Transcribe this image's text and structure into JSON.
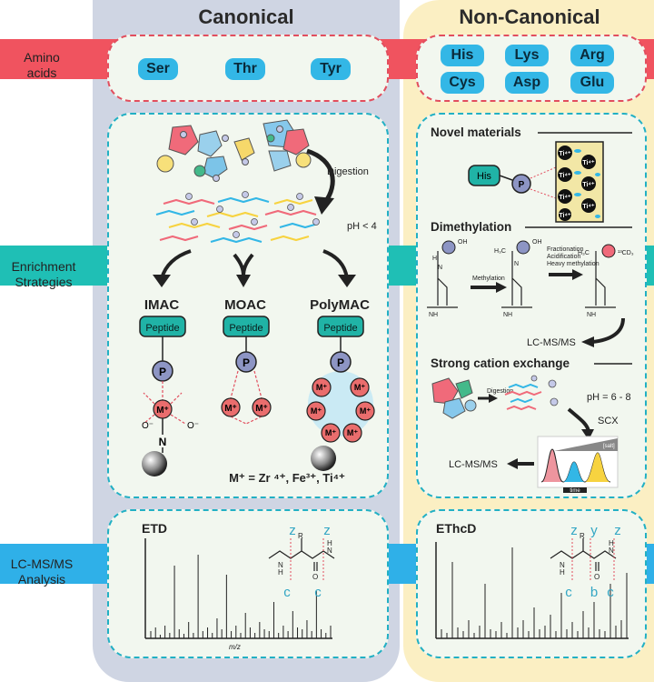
{
  "columns": {
    "canonical": "Canonical",
    "non_canonical": "Non-Canonical"
  },
  "rows": {
    "amino_acids": [
      "Amino",
      "acids"
    ],
    "enrichment": [
      "Enrichment",
      "Strategies"
    ],
    "lcms": [
      "LC-MS/MS",
      "Analysis"
    ]
  },
  "amino_acids": {
    "canonical": [
      "Ser",
      "Thr",
      "Tyr"
    ],
    "non_canonical": [
      "His",
      "Lys",
      "Arg",
      "Cys",
      "Asp",
      "Glu"
    ]
  },
  "canonical_enrichment": {
    "digestion": "Digestion",
    "ph": "pH < 4",
    "methods": [
      "IMAC",
      "MOAC",
      "PolyMAC"
    ],
    "peptide": "Peptide",
    "phospho": "P",
    "metal": "M⁺",
    "oxygen": "O",
    "o_minus": "O⁻",
    "nitrogen": "N",
    "formula": "M⁺ = Zr ⁴⁺, Fe³⁺, Ti⁴⁺"
  },
  "non_canonical_enrichment": {
    "novel_materials": {
      "title": "Novel materials",
      "his": "His",
      "ti": "Ti⁴⁺"
    },
    "dimethylation": {
      "title": "Dimethylation",
      "step1": "Methylation",
      "step2": [
        "Fractionation",
        "Acidification",
        "Heavy methylation"
      ],
      "lcms": "LC-MS/MS",
      "h3c": "H₃C",
      "cd": "¹³CD₃",
      "oh": "OH",
      "n": "N",
      "nh": "NH",
      "h": "H"
    },
    "scx": {
      "title": "Strong cation exchange",
      "digestion": "Digestion",
      "ph": "pH = 6 - 8",
      "scx": "SCX",
      "salt": "[salt]",
      "time": "time",
      "lcms": "LC-MS/MS"
    }
  },
  "lcms_analysis": {
    "canonical": {
      "method": "ETD",
      "axis": "m/z",
      "ions_top": [
        "z",
        "z"
      ],
      "ions_bottom": [
        "c",
        "c"
      ]
    },
    "non_canonical": {
      "method": "EThcD",
      "ions_top": [
        "z",
        "y",
        "z"
      ],
      "ions_bottom": [
        "c",
        "b",
        "c"
      ]
    },
    "atoms": {
      "r": "R",
      "n": "N",
      "h": "H",
      "o": "O"
    }
  },
  "colors": {
    "canonical_bg": "#cfd5e3",
    "non_canonical_bg": "#fbefc3",
    "panel_bg": "#f2f7ef",
    "pill": "#33b7e6",
    "band_amino": "#f0535f",
    "band_enrich": "#1fbfb5",
    "band_lcms": "#2fb0e8",
    "peptide": "#20b3a6",
    "phospho": "#8d95c4",
    "metal": "#ea6d6d"
  }
}
